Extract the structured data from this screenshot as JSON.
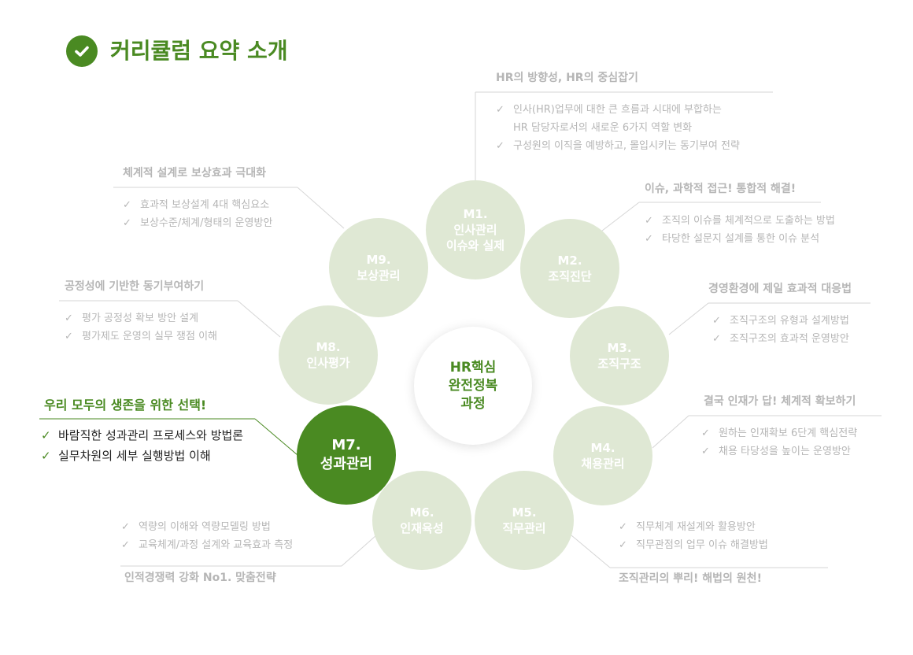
{
  "header": {
    "icon": "check-circle-icon",
    "title": "커리큘럼 요약 소개"
  },
  "colors": {
    "accent": "#4a8a22",
    "circle": "#dfe8d4",
    "muted_text": "#b6b6b6",
    "active_text": "#222222"
  },
  "center": {
    "label": "HR핵심\n완전정복\n과정"
  },
  "modules": [
    {
      "code": "M1.",
      "name": "인사관리\n이슈와 실제",
      "title": "HR의 방향성, HR의 중심잡기",
      "items": [
        "인사(HR)업무에  대한 큰 흐름과 시대에 부합하는",
        "HR 담당자로서의  새로운 6가지 역할 변화",
        "구성원의 이직을 예방하고, 몰입시키는 동기부여 전략"
      ],
      "continuation": [
        false,
        true,
        false
      ]
    },
    {
      "code": "M2.",
      "name": "조직진단",
      "title": "이슈, 과학적 접근! 통합적 해결!",
      "items": [
        "조직의 이슈를 체계적으로 도출하는 방법",
        "타당한 설문지 설계를 통한 이슈 분석"
      ]
    },
    {
      "code": "M3.",
      "name": "조직구조",
      "title": "경영환경에  제일 효과적 대응법",
      "items": [
        "조직구조의 유형과 설계방법",
        "조직구조의 효과적 운영방안"
      ]
    },
    {
      "code": "M4.",
      "name": "채용관리",
      "title": "결국 인재가 답! 체계적  확보하기",
      "items": [
        "원하는 인재확보 6단계 핵심전략",
        "채용 타당성을 높이는 운영방안"
      ]
    },
    {
      "code": "M5.",
      "name": "직무관리",
      "title": "조직관리의  뿌리!  해법의 원천!",
      "items": [
        "직무체계 재설계와  활용방안",
        "직무관점의 업무 이슈 해결방법"
      ]
    },
    {
      "code": "M6.",
      "name": "인재육성",
      "title": "인적경쟁력  강화 No1.  맞춤전략",
      "items": [
        "역량의 이해와 역량모델링 방법",
        "교육체계/과정  설계와 교육효과 측정"
      ]
    },
    {
      "code": "M7.",
      "name": "성과관리",
      "title": "우리 모두의 생존을 위한 선택!",
      "items": [
        "바람직한  성과관리  프로세스와  방법론",
        "실무차원의  세부  실행방법  이해"
      ]
    },
    {
      "code": "M8.",
      "name": "인사평가",
      "title": "공정성에  기반한  동기부여하기",
      "items": [
        "평가 공정성 확보 방안 설계",
        "평가제도 운영의 실무 쟁점 이해"
      ]
    },
    {
      "code": "M9.",
      "name": "보상관리",
      "title": "체계적 설계로 보상효과 극대화",
      "items": [
        "효과적 보상설계  4대 핵심요소",
        "보상수준/체계/형태의  운영방안"
      ]
    }
  ]
}
